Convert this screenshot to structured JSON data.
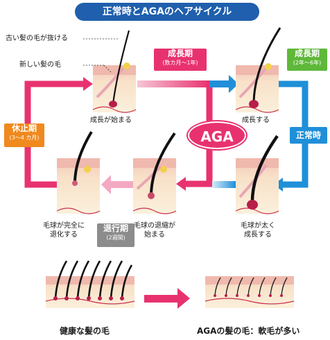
{
  "title": "正常時とAGAのヘアサイクル",
  "labels": {
    "old_hair_falls": "古い髪の毛が抜ける",
    "new_hair": "新しい髪の毛",
    "growth_starts": "成長が始まる",
    "grows": "成長する",
    "bulb_thick_1": "毛球が太く",
    "bulb_thick_2": "成長する",
    "bulb_shrink_1": "毛球の退縮が",
    "bulb_shrink_2": "始まる",
    "bulb_done_1": "毛球が完全に",
    "bulb_done_2": "退化する"
  },
  "phases": {
    "anagen_aga": {
      "name": "成長期",
      "period": "(数カ月〜1年)"
    },
    "anagen_normal": {
      "name": "成長期",
      "period": "(2年〜6年)"
    },
    "telogen": {
      "name": "休止期",
      "period": "(3〜4 カ月)"
    },
    "catagen": {
      "name": "退行期",
      "period": "(2週間)"
    },
    "normal": "正常時",
    "aga": "AGA"
  },
  "footer": {
    "healthy": "健康な髪の毛",
    "aga_hair": "AGAの髪の毛：軟毛が多い"
  },
  "colors": {
    "title_bg": "#1f5fad",
    "aga_pink": "#e8326f",
    "normal_blue": "#1f8fd8",
    "anagen_green": "#5fb83a",
    "telogen_orange": "#f0891e",
    "catagen_gray": "#8c8c8c"
  }
}
